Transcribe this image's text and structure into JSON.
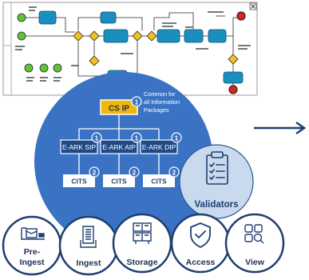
{
  "colors": {
    "big_circle": "#3b73c4",
    "spec_box_dark": "#1f4a86",
    "cs_ip_box": "#f1b80a",
    "badge_fill": "#3b73c4",
    "validator_circle": "#c9d9ee",
    "tool_circle_stroke": "#1f3f6f",
    "process_task": "#1a8fbf",
    "bpmn_gateway": "#f0c21d",
    "bpmn_start": "#5ec43b",
    "bpmn_end": "#d9231d"
  },
  "specs": {
    "cs_ip": {
      "label": "CS IP",
      "badge": "1"
    },
    "cs_note": {
      "line1": "Common for",
      "line2": "all Information",
      "line3": "Packages"
    },
    "e_ark_sip": {
      "label": "E-ARK SIP",
      "badge": "1"
    },
    "e_ark_aip": {
      "label": "E-ARK AIP",
      "badge": "1"
    },
    "e_ark_dip": {
      "label": "E-ARK DIP",
      "badge": "1"
    },
    "cits_1": {
      "label": "CITS",
      "badge": "2"
    },
    "cits_2": {
      "label": "CITS",
      "badge": "2"
    },
    "cits_3": {
      "label": "CITS",
      "badge": "2"
    }
  },
  "validators": {
    "label": "Validators",
    "icon": "clipboard-check-icon"
  },
  "tools": [
    {
      "line1": "Pre-",
      "line2": "Ingest",
      "icon": "package-icon"
    },
    {
      "line1": "Ingest",
      "line2": "",
      "icon": "document-lines-icon"
    },
    {
      "line1": "Storage",
      "line2": "",
      "icon": "server-rack-icon"
    },
    {
      "line1": "Access",
      "line2": "",
      "icon": "shield-check-icon"
    },
    {
      "line1": "View",
      "line2": "",
      "icon": "grid-search-icon"
    }
  ],
  "arrow": {
    "icon": "arrow-right-icon"
  },
  "process_diagram": {
    "icon": "bpmn-process-diagram",
    "close_icon": "close-icon"
  }
}
